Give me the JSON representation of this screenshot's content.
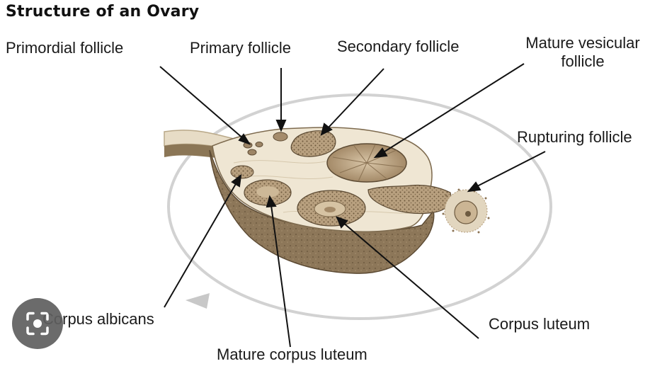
{
  "title": "Structure of an Ovary",
  "labels": {
    "primordial": "Primordial follicle",
    "primary": "Primary follicle",
    "secondary": "Secondary follicle",
    "mature_vesicular_line1": "Mature vesicular",
    "mature_vesicular_line2": "follicle",
    "rupturing": "Rupturing follicle",
    "corpus_luteum": "Corpus luteum",
    "mature_corpus_luteum": "Mature corpus luteum",
    "corpus_albicans": "Corpus albicans"
  },
  "colors": {
    "ovary_surface": "#efe7d6",
    "ovary_side": "#8a7556",
    "follicle": "#b59a7b",
    "leader_line": "#111111",
    "cycle_ring": "#cfcfcf",
    "lens_button": "#5f5f5f"
  },
  "icons": {
    "lens": "visual-search-icon"
  }
}
